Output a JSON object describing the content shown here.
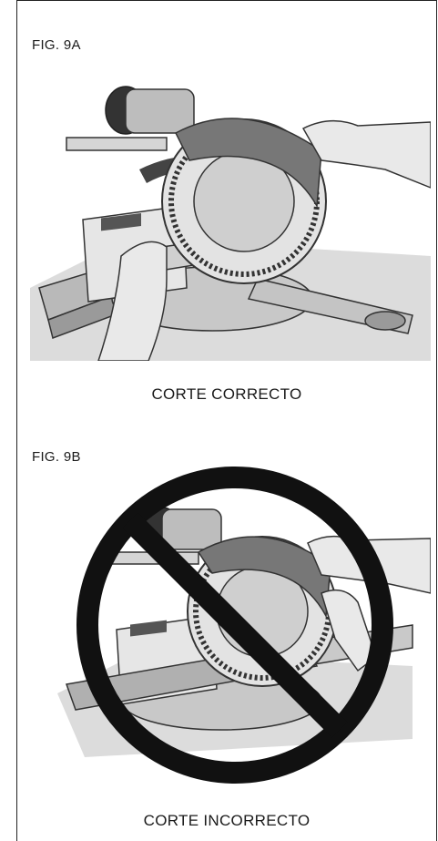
{
  "figures": [
    {
      "label": "FIG. 9A",
      "caption": "CORTE CORRECTO"
    },
    {
      "label": "FIG. 9B",
      "caption": "CORTE INCORRECTO"
    }
  ]
}
